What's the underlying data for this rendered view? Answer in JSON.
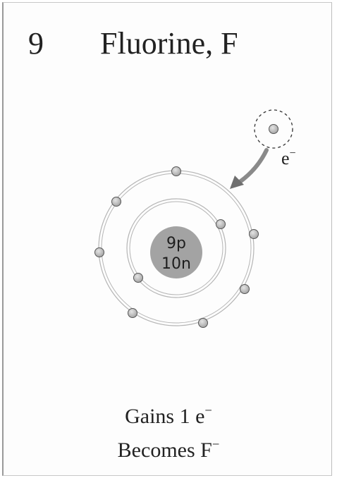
{
  "header": {
    "atomic_number": "9",
    "element_name": "Fluorine, F"
  },
  "nucleus": {
    "protons_label": "9p",
    "neutrons_label": "10n"
  },
  "incoming_electron": {
    "label_base": "e",
    "label_sup": "−"
  },
  "caption": {
    "line1_base": "Gains 1 e",
    "line1_sup": "−",
    "line2_base": "Becomes F",
    "line2_sup": "−"
  },
  "shells": {
    "inner_electron_count": 2,
    "outer_electron_count": 7
  },
  "colors": {
    "electron_fill": "#b9b9b9",
    "nucleus_fill": "#a3a3a3",
    "shell_stroke": "#b5b5b5",
    "arrow": "#7d7d7d"
  }
}
